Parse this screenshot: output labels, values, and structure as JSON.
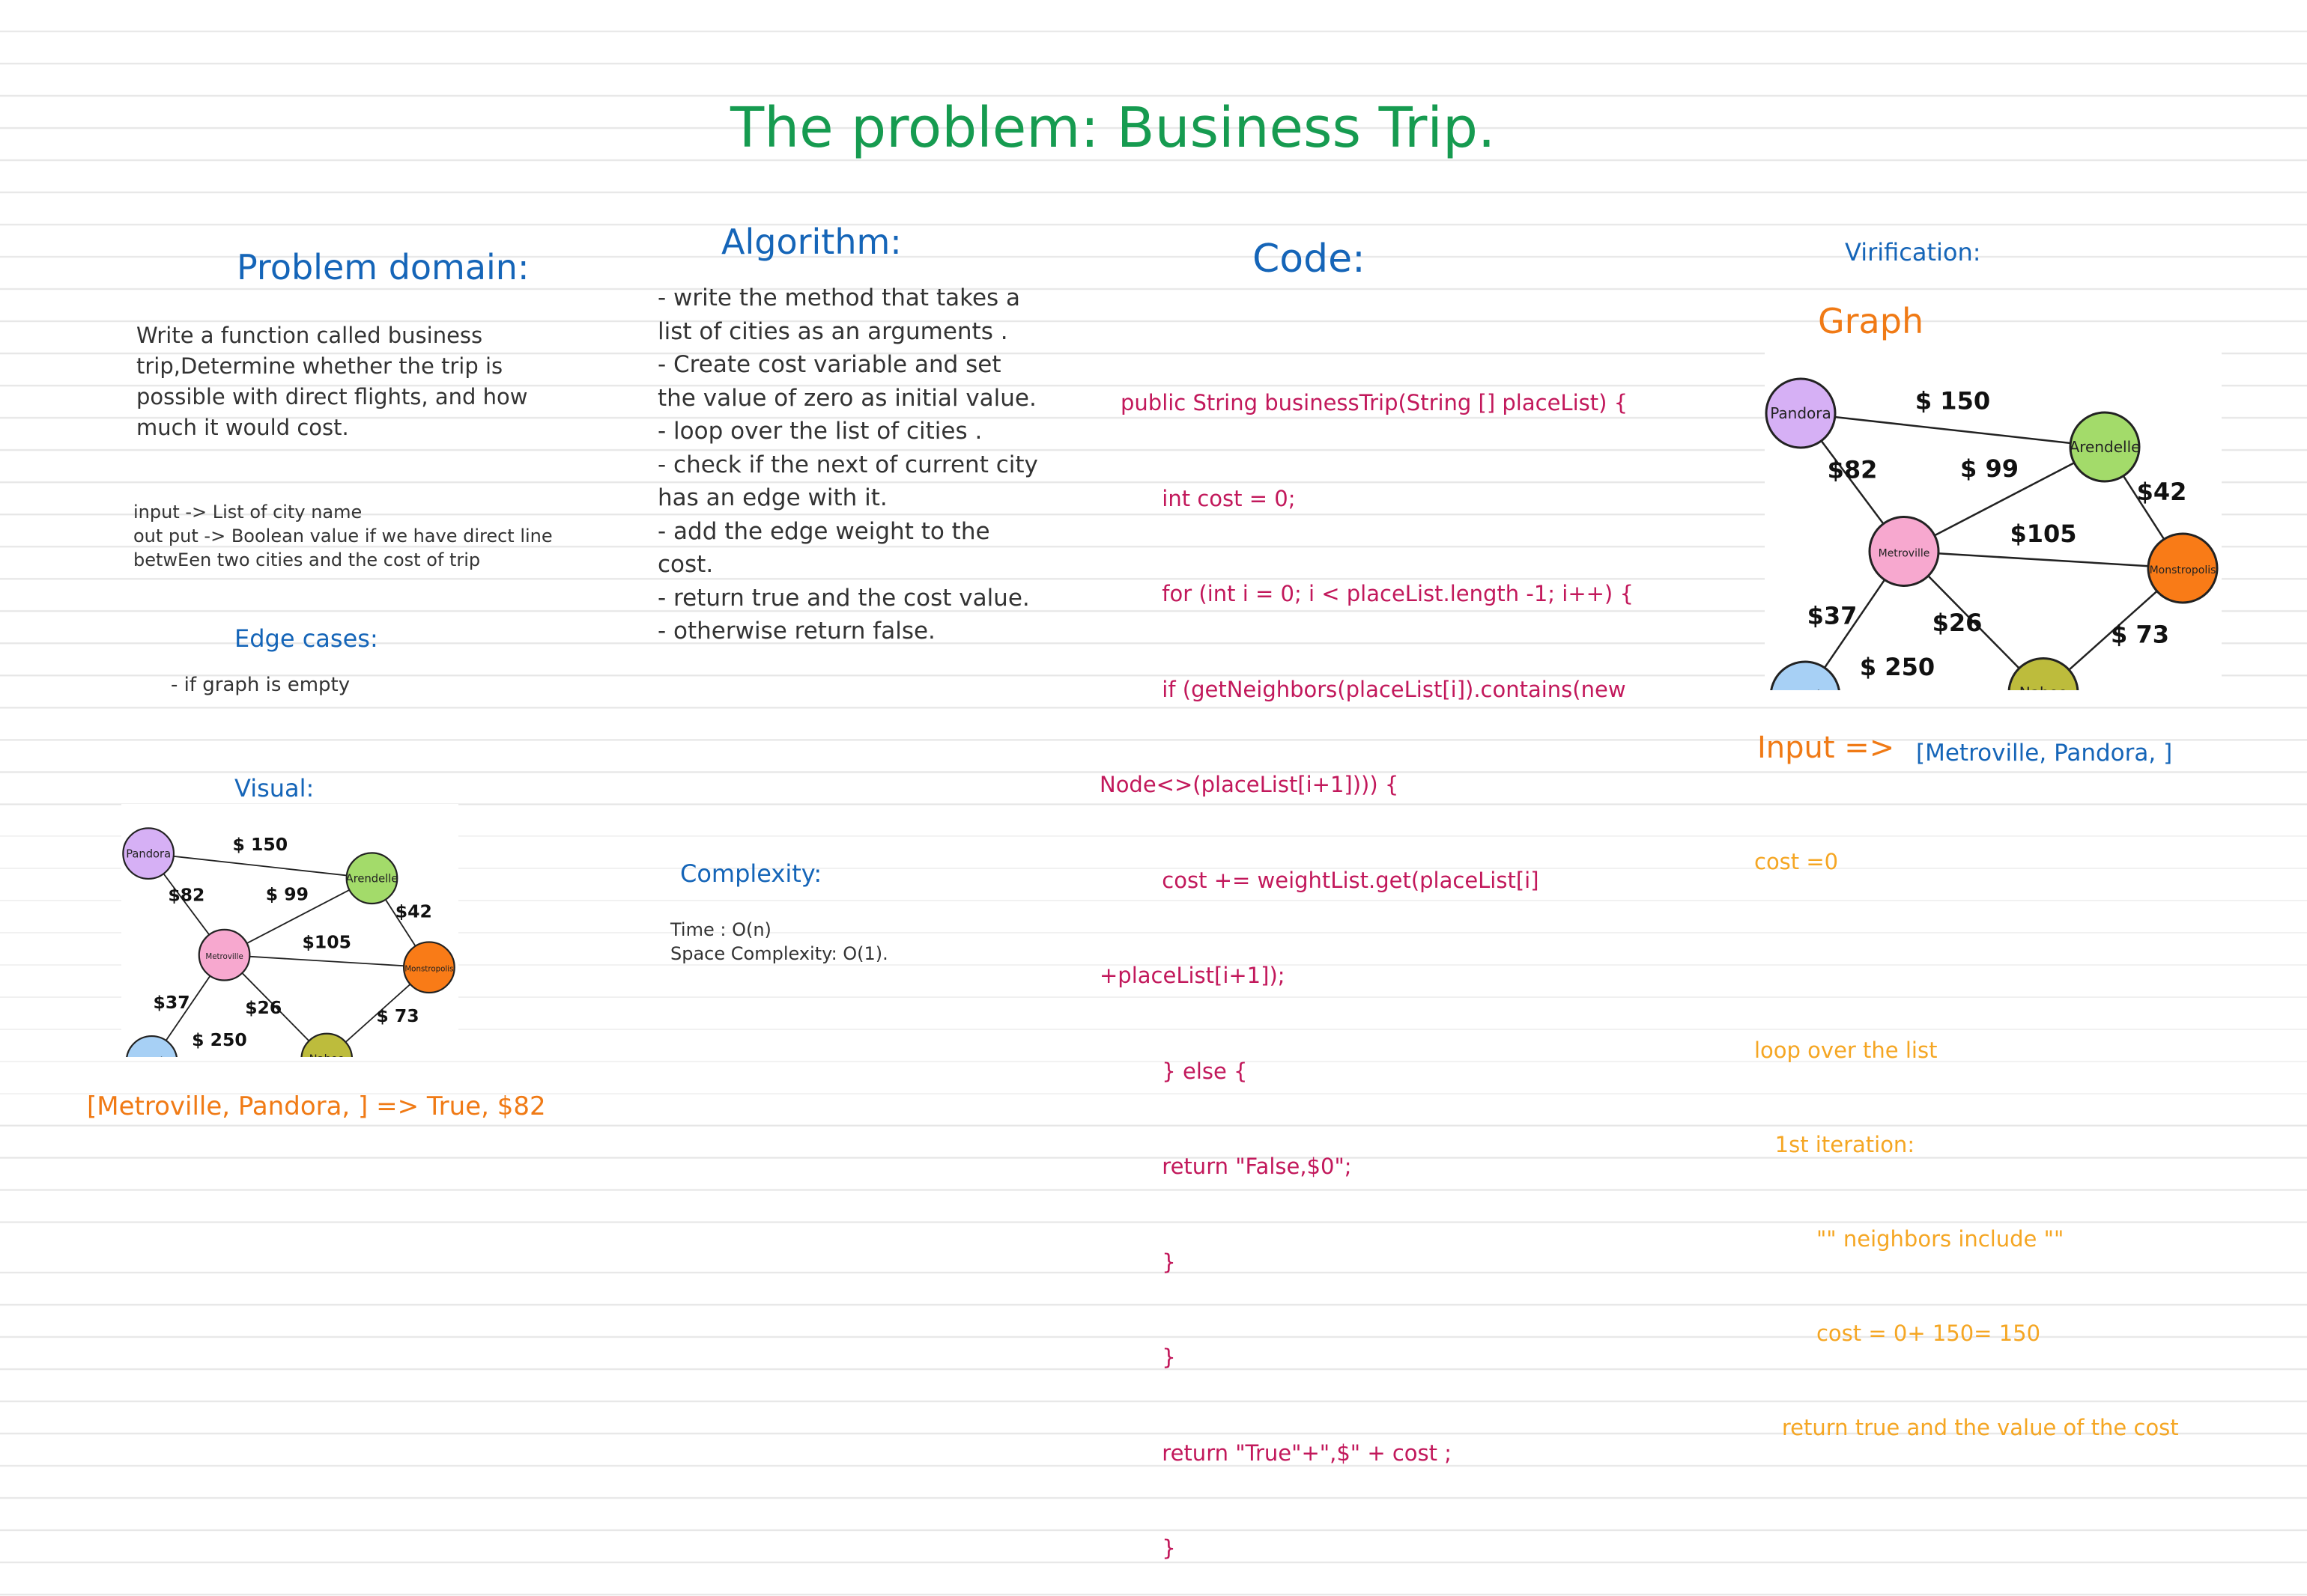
{
  "title": "The problem: Business Trip.",
  "problem_domain": {
    "heading": "Problem domain:",
    "description": [
      "Write a function called business",
      "trip,Determine whether the trip is",
      "possible with direct flights, and how",
      "much it would cost."
    ],
    "io": [
      "input -> List of city name",
      "out put -> Boolean value if we have direct line",
      "betwEen two cities and the cost of trip"
    ],
    "edge_heading": "Edge cases:",
    "edge_items": [
      "- if graph is empty"
    ],
    "visual_heading": "Visual:",
    "visual_result": "[Metroville, Pandora, ] => True, $82"
  },
  "algorithm": {
    "heading": "Algorithm:",
    "lines": [
      "- write the method that takes a",
      "list of cities as an arguments .",
      "- Create cost variable and set",
      "the value of zero as initial value.",
      "- loop over the list of cities .",
      "- check if the next of current city",
      "has an edge with it.",
      "- add the edge weight to the",
      "cost.",
      "- return true and the cost value.",
      "- otherwise return false."
    ],
    "complexity_heading": "Complexity:",
    "complexity_lines": [
      "Time : O(n)",
      "Space Complexity: O(1)."
    ]
  },
  "code": {
    "heading": "Code:",
    "lines": [
      "public String businessTrip(String [] placeList) {",
      "      int cost = 0;",
      "      for (int i = 0; i < placeList.length -1; i++) {",
      "      if (getNeighbors(placeList[i]).contains(new",
      "Node<>(placeList[i+1]))) {",
      "      cost += weightList.get(placeList[i]",
      "+placeList[i+1]);",
      "      } else {",
      "      return \"False,$0\";",
      "      }",
      "      }",
      "      return \"True\"+\",$\" + cost ;",
      "      }"
    ]
  },
  "verification": {
    "heading": "Virification:",
    "graph_heading": "Graph",
    "input_label": "Input =>",
    "input_value": "[Metroville, Pandora, ]",
    "steps": [
      "cost =0",
      "",
      "loop over the list",
      "   1st iteration:",
      "         \"\" neighbors include \"\"",
      "         cost = 0+ 150= 150",
      "    return true and the value of the cost"
    ]
  },
  "graph": {
    "nodes": [
      {
        "id": "Pandora",
        "label": "Pandora",
        "color": "#d6b0f5"
      },
      {
        "id": "Arendelle",
        "label": "Arendelle",
        "color": "#a3db6a"
      },
      {
        "id": "Metroville",
        "label": "Metroville",
        "color": "#f7a8cf"
      },
      {
        "id": "Monstropolis",
        "label": "Monstropolis",
        "color": "#f97b17"
      },
      {
        "id": "Narnia",
        "label": "Narnia",
        "color": "#a7d0f5"
      },
      {
        "id": "Naboo",
        "label": "Naboo",
        "color": "#bdbc3c"
      }
    ],
    "edges": [
      {
        "from": "Pandora",
        "to": "Arendelle",
        "label": "$ 150"
      },
      {
        "from": "Pandora",
        "to": "Metroville",
        "label": "$82"
      },
      {
        "from": "Metroville",
        "to": "Arendelle",
        "label": "$ 99"
      },
      {
        "from": "Arendelle",
        "to": "Monstropolis",
        "label": "$42"
      },
      {
        "from": "Metroville",
        "to": "Monstropolis",
        "label": "$105"
      },
      {
        "from": "Metroville",
        "to": "Narnia",
        "label": "$37"
      },
      {
        "from": "Metroville",
        "to": "Naboo",
        "label": "$26"
      },
      {
        "from": "Narnia",
        "to": "Naboo",
        "label": "$ 250"
      },
      {
        "from": "Naboo",
        "to": "Monstropolis",
        "label": "$ 73"
      }
    ]
  }
}
